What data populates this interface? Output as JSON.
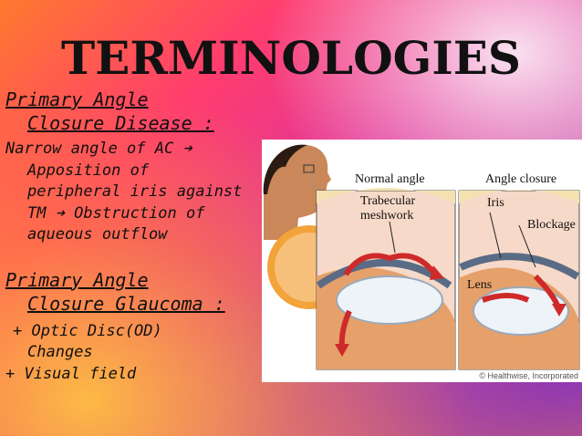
{
  "slide": {
    "title": "TERMINOLOGIES",
    "section1": {
      "heading_line1": "Primary Angle",
      "heading_line2": "Closure Disease :",
      "lines": [
        "Narrow angle of AC ➔",
        "Apposition of",
        "peripheral iris against",
        "TM ➔ Obstruction of",
        "aqueous outflow"
      ]
    },
    "section2": {
      "heading_line1": "Primary Angle",
      "heading_line2": "Closure Glaucoma :",
      "lines": [
        "+ Optic Disc(OD)",
        "Changes",
        "+ Visual field"
      ]
    }
  },
  "figure": {
    "label_normal": "Normal angle",
    "label_closure": "Angle closure",
    "label_trabecular_1": "Trabecular",
    "label_trabecular_2": "meshwork",
    "label_iris": "Iris",
    "label_blockage": "Blockage",
    "label_lens": "Lens",
    "credit": "© Healthwise, Incorporated"
  }
}
